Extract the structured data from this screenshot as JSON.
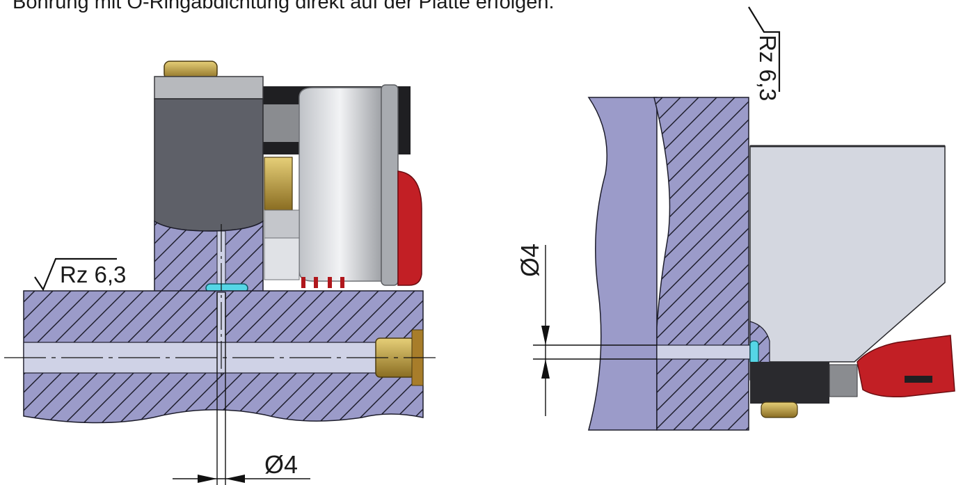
{
  "caption": "Bohrung mit O-Ringabdichtung direkt auf der Platte erfolgen.",
  "left_view": {
    "surface_finish": "Rz 6,3",
    "bore_diameter": "Ø4"
  },
  "right_view": {
    "surface_finish": "Rz 6,3",
    "bore_diameter": "Ø4"
  },
  "colors": {
    "section_fill": "#9b9bc9",
    "body_dark": "#5e6068",
    "body_light": "#d4d7e0",
    "brass": "#b89a3e",
    "red_fitting": "#c21f25",
    "oring": "#55d6e6"
  }
}
